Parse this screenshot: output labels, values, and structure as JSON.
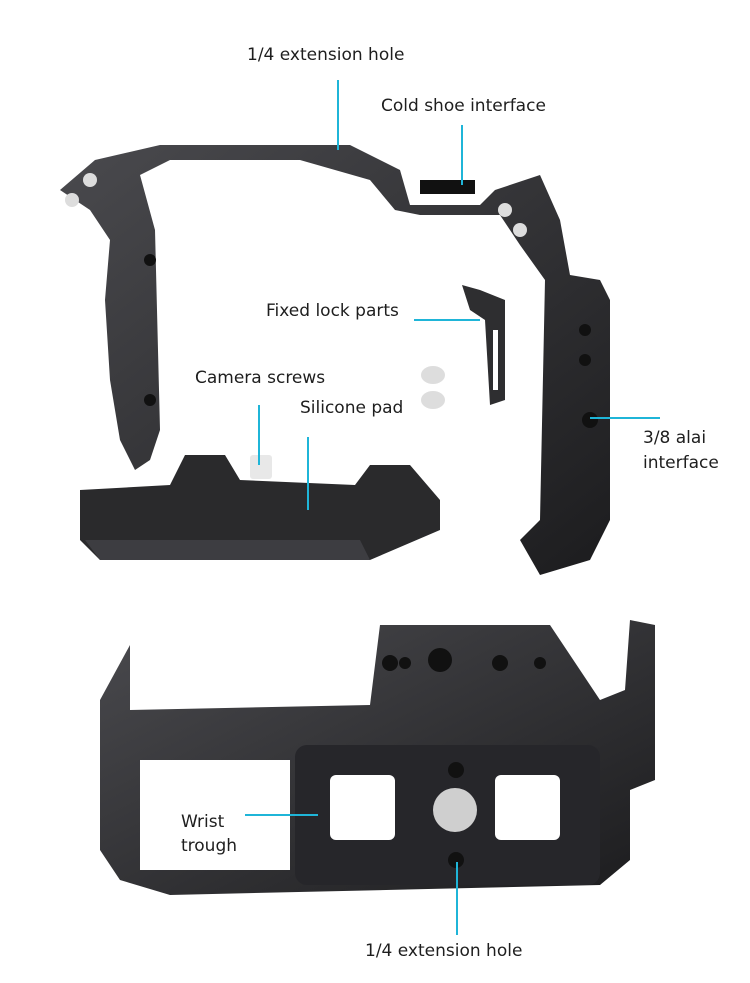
{
  "labels": {
    "top_extension_hole": "1/4 extension hole",
    "cold_shoe": "Cold shoe interface",
    "fixed_lock": "Fixed lock parts",
    "camera_screws": "Camera screws",
    "silicone_pad": "Silicone pad",
    "arri_line1": "3/8 alai",
    "arri_line2": "interface",
    "wrist_line1": "Wrist",
    "wrist_line2": "trough",
    "bottom_extension_hole": "1/4 extension hole"
  },
  "colors": {
    "callout": "#1fb5d8",
    "metal": "#2b2b2d",
    "metal_light": "#4a4a4e"
  }
}
